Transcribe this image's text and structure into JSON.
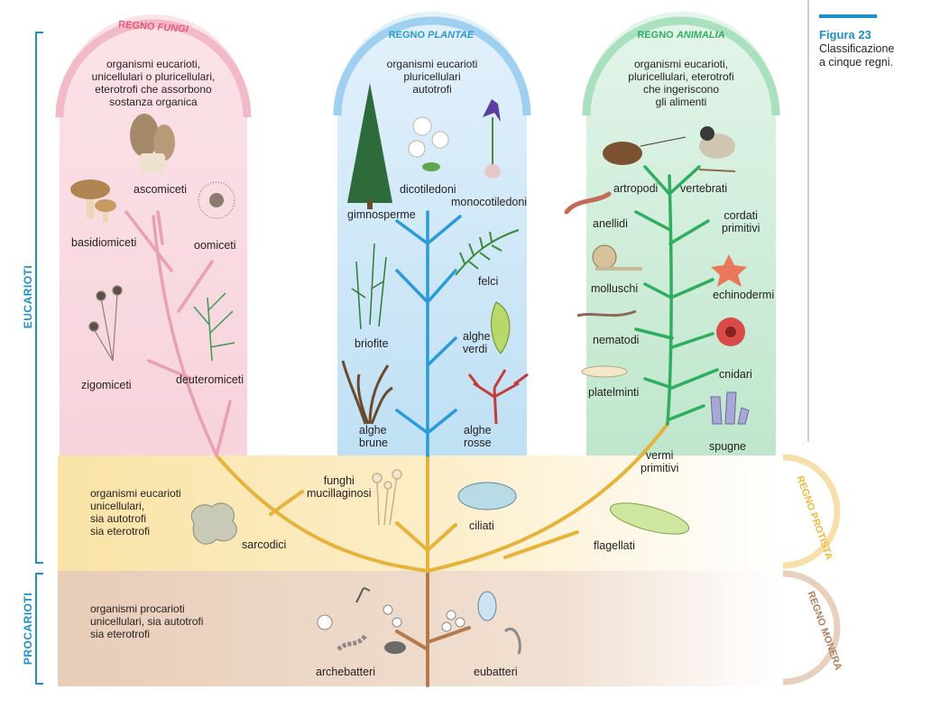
{
  "figure": {
    "number": "Figura 23",
    "caption_lines": [
      "Classificazione",
      "a cinque regni."
    ]
  },
  "side_labels": {
    "eucarioti": "EUCARIOTI",
    "procarioti": "PROCARIOTI"
  },
  "kingdoms": {
    "fungi": {
      "title_prefix": "REGNO ",
      "title_name": "FUNGI",
      "color": "#e85a7a",
      "description": [
        "organismi eucarioti,",
        "unicellulari o pluricellulari,",
        "eterotrofi che assorbono",
        "sostanza organica"
      ],
      "groups": {
        "ascomiceti": "ascomiceti",
        "basidiomiceti": "basidiomiceti",
        "oomiceti": "oomiceti",
        "zigomiceti": "zigomiceti",
        "deuteromiceti": "deuteromiceti"
      }
    },
    "plantae": {
      "title_prefix": "REGNO ",
      "title_name": "PLANTAE",
      "color": "#2a9bd6",
      "description": [
        "organismi eucarioti",
        "pluricellulari",
        "autotrofi"
      ],
      "groups": {
        "dicotiledoni": "dicotiledoni",
        "monocotiledoni": "monocotiledoni",
        "gimnosperme": "gimnosperme",
        "felci": "felci",
        "briofite": "briofite",
        "alghe_verdi": [
          "alghe",
          "verdi"
        ],
        "alghe_brune": [
          "alghe",
          "brune"
        ],
        "alghe_rosse": [
          "alghe",
          "rosse"
        ]
      }
    },
    "animalia": {
      "title_prefix": "REGNO ",
      "title_name": "ANIMALIA",
      "color": "#2fae5f",
      "description": [
        "organismi eucarioti,",
        "pluricellulari, eterotrofi",
        "che ingeriscono",
        "gli alimenti"
      ],
      "groups": {
        "artropodi": "artropodi",
        "vertebrati": "vertebrati",
        "anellidi": "anellidi",
        "cordati_primitivi": [
          "cordati",
          "primitivi"
        ],
        "molluschi": "molluschi",
        "echinodermi": "echinodermi",
        "nematodi": "nematodi",
        "cnidari": "cnidari",
        "platelminti": "platelminti",
        "spugne": "spugne",
        "vermi_primitivi": [
          "vermi",
          "primitivi"
        ]
      }
    },
    "protista": {
      "title": "REGNO PROTISTA",
      "color": "#f0b93a",
      "description": [
        "organismi eucarioti",
        "unicellulari,",
        "sia autotrofi",
        "sia eterotrofi"
      ],
      "groups": {
        "funghi_mucillaginosi": [
          "funghi",
          "mucillaginosi"
        ],
        "sarcodici": "sarcodici",
        "ciliati": "ciliati",
        "flagellati": "flagellati"
      }
    },
    "monera": {
      "title": "REGNO MONERA",
      "color": "#b08060",
      "description": [
        "organismi procarioti",
        "unicellulari, sia autotrofi",
        "sia eterotrofi"
      ],
      "groups": {
        "archebatteri": "archebatteri",
        "eubatteri": "eubatteri"
      }
    }
  }
}
